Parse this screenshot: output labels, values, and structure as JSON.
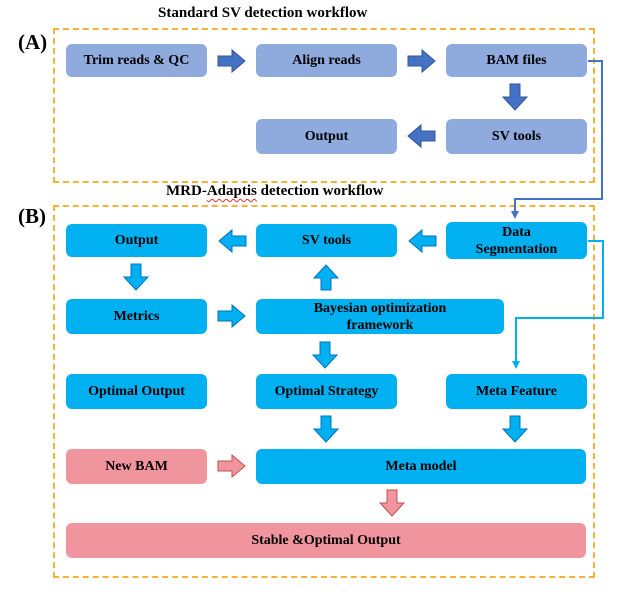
{
  "section_a": {
    "label": "(A)",
    "title": "Standard SV detection  workflow",
    "boxes": {
      "trim": "Trim reads & QC",
      "align": "Align reads",
      "bam": "BAM files",
      "output": "Output",
      "svtools": "SV tools"
    }
  },
  "section_b": {
    "label": "(B)",
    "title_prefix": "MRD-",
    "title_squiggle": "Adaptis",
    "title_suffix": " detection  workflow",
    "boxes": {
      "output": "Output",
      "svtools": "SV tools",
      "data_seg": "Data Segmentation",
      "metrics": "Metrics",
      "bayes": "Bayesian optimization framework",
      "optimal_output": "Optimal Output",
      "optimal_strategy": "Optimal Strategy",
      "meta_feature": "Meta Feature",
      "new_bam": "New BAM",
      "meta_model": "Meta model",
      "stable_output": "Stable &Optimal Output"
    }
  },
  "colors": {
    "frame_border": "#f5b335",
    "grey_box": "#8faadc",
    "blue_box": "#00b0f0",
    "pink_box": "#f0959e",
    "arrow_grey": "#4472c4",
    "arrow_blue": "#00b0f0",
    "arrow_pink": "#f0959e",
    "connector_a": "#4472c4",
    "connector_b": "#00b0f0"
  }
}
